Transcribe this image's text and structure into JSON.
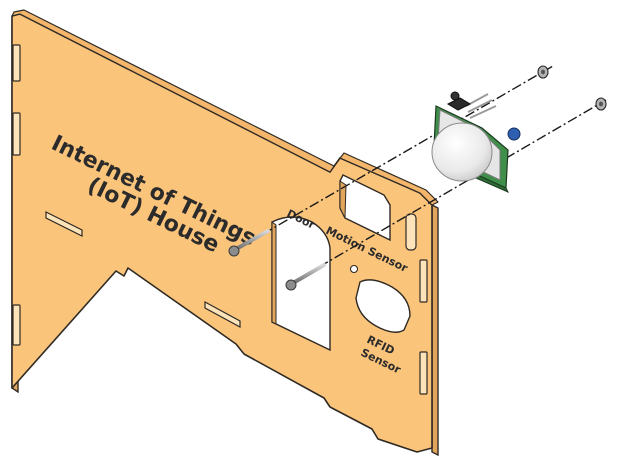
{
  "board": {
    "title_line1": "Internet of Things",
    "title_line2": "(IoT) House",
    "door_label": "Door",
    "motion_label": "Motion Sensor",
    "rfid_line1": "RFID",
    "rfid_line2": "Sensor"
  },
  "colors": {
    "panel_fill": "#fbc47b",
    "panel_stroke": "#2f2a24",
    "sensor_dome": "#f2f2f2",
    "sensor_pcb": "#3f8f4a",
    "potentiometer": "#2e5fb0",
    "screw": "#9a9a9a"
  },
  "icons": [
    "screw-icon",
    "washer-icon",
    "pir-sensor-icon"
  ]
}
